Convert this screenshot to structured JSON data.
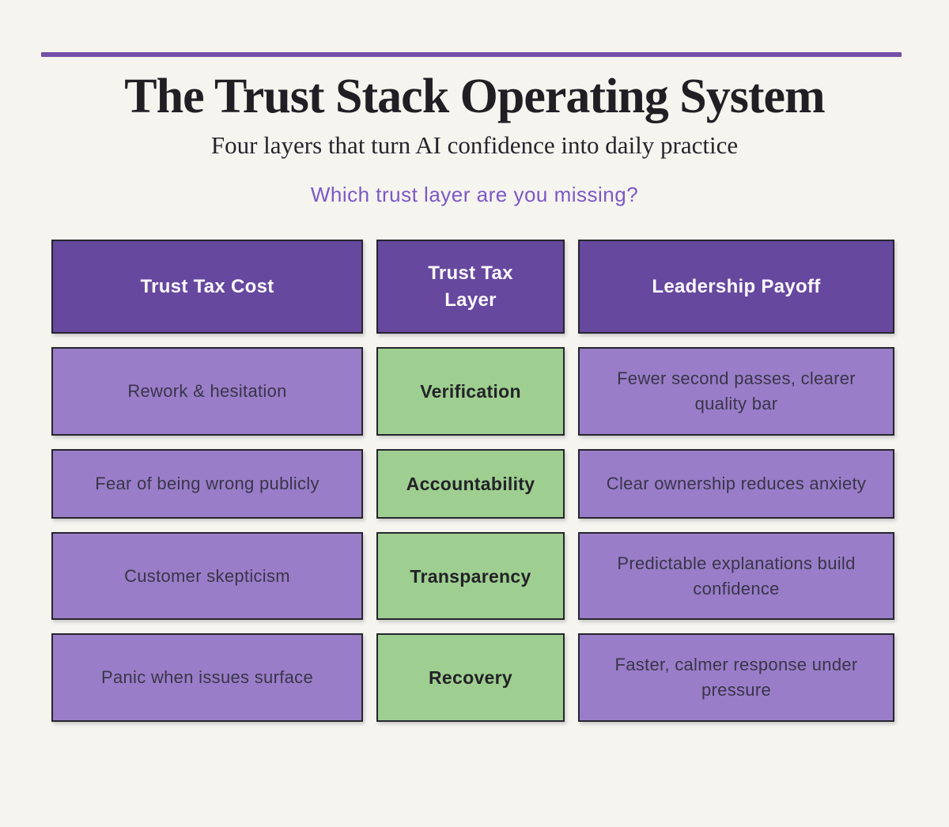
{
  "colors": {
    "bg": "#f5f4ef",
    "accent_line": "#7450a8",
    "title_text": "#211f24",
    "subtitle_text": "#26242b",
    "question_text": "#7c58c4",
    "header_bg": "#67489f",
    "header_text": "#fbfafc",
    "purple_cell_bg": "#9a7dc8",
    "green_cell_bg": "#9ecf90",
    "cell_border": "#26262e",
    "cost_text": "#39354a",
    "layer_text": "#232228"
  },
  "header": {
    "title": "The Trust Stack Operating System",
    "subtitle": "Four layers that turn AI confidence into daily practice",
    "question": "Which trust layer are you missing?"
  },
  "table": {
    "columns": [
      {
        "key": "cost",
        "label": "Trust Tax Cost"
      },
      {
        "key": "layer",
        "label": "Trust Tax Layer"
      },
      {
        "key": "payoff",
        "label": "Leadership Payoff"
      }
    ],
    "rows": [
      {
        "cost": "Rework & hesitation",
        "layer": "Verification",
        "payoff": "Fewer second passes, clearer quality bar"
      },
      {
        "cost": "Fear of being wrong publicly",
        "layer": "Accountability",
        "payoff": "Clear ownership reduces anxiety"
      },
      {
        "cost": "Customer skepticism",
        "layer": "Transparency",
        "payoff": "Predictable explanations build confidence"
      },
      {
        "cost": "Panic when issues surface",
        "layer": "Recovery",
        "payoff": "Faster, calmer response under pressure"
      }
    ]
  }
}
